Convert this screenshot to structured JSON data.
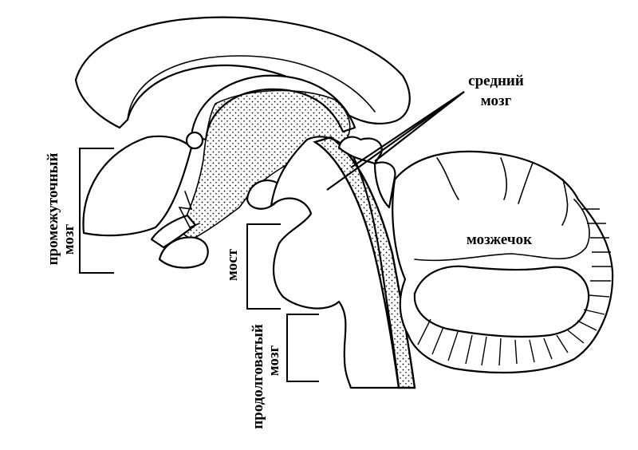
{
  "labels": {
    "midbrain_line1": "средний",
    "midbrain_line2": "мозг",
    "cerebellum": "мозжечок",
    "diencephalon_line1": "промежуточный",
    "diencephalon_line2": "мозг",
    "pons": "мост",
    "medulla_line1": "продолговатый",
    "medulla_line2": "мозг"
  },
  "colors": {
    "ink": "#000000",
    "paper": "#ffffff"
  }
}
